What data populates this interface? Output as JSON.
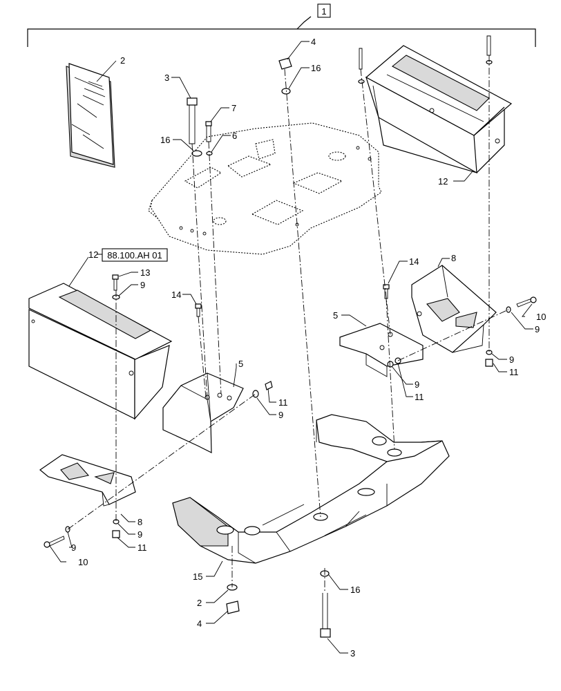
{
  "assembly": {
    "item": "1"
  },
  "reference": {
    "text": "88.100.AH 01"
  },
  "callouts": {
    "c2_manual": "2",
    "c3_top": "3",
    "c4_top": "4",
    "c16_topnut": "16",
    "c16_left": "16",
    "c7": "7",
    "c6": "6",
    "c12_right": "12",
    "c12_left": "12",
    "c13": "13",
    "c9_left_top": "9",
    "c14_left": "14",
    "c14_right": "14",
    "c8_right": "8",
    "c5_right": "5",
    "c10_right": "10",
    "c9_right_a": "9",
    "c9_right_b": "9",
    "c11_right": "11",
    "c9_mid_right": "9",
    "c11_mid_right": "11",
    "c5_left": "5",
    "c11_mid": "11",
    "c9_mid": "9",
    "c8_left": "8",
    "c9_left_bracket": "9",
    "c11_left_bracket": "11",
    "c9_bolt": "9",
    "c10_left": "10",
    "c15": "15",
    "c2_bottom": "2",
    "c4_bottom": "4",
    "c16_bottom": "16",
    "c3_bottom": "3"
  }
}
